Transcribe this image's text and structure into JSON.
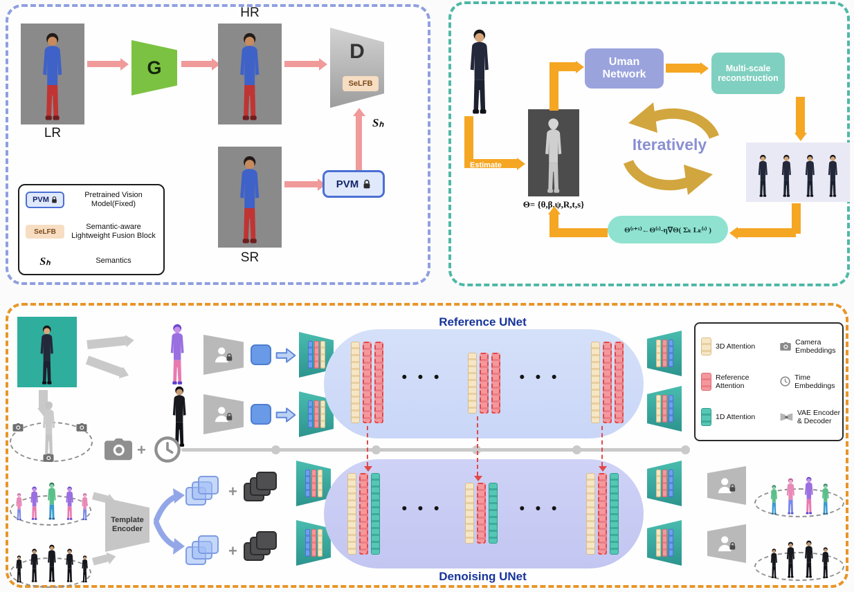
{
  "colors": {
    "panel-blue": "#8f9fe0",
    "panel-teal": "#4fb8a6",
    "panel-orange": "#e8952a",
    "arrow-pink": "#f09a9a",
    "arrow-orange": "#f5a623",
    "arrow-gray": "#c9c9c9",
    "gold": "#d2a63e",
    "unet-title-blue": "#16339b",
    "ref-blob": "#c9d6f7",
    "den-blob": "#c2c6f1",
    "teal-enc": "#35a8a8",
    "green-g": "#7cc242"
  },
  "sr_panel": {
    "lr_label": "LR",
    "hr_label": "HR",
    "sr_label": "SR",
    "generator_label": "G",
    "discriminator_label": "D",
    "selfb_label": "SeLFB",
    "semantics_symbol": "Sₕ",
    "pvm_label": "PVM",
    "legend": {
      "pvm_term": "PVM",
      "pvm_desc": "Pretrained Vision Model(Fixed)",
      "selfb_term": "SeLFB",
      "selfb_desc": "Semantic-aware Lightweight Fusion Block",
      "semantics_term": "Sₕ",
      "semantics_desc": "Semantics"
    }
  },
  "iterative_panel": {
    "estimate_label": "Estimate",
    "network_label": "Uman Network",
    "reconstruction_label": "Multi-scale reconstruction",
    "iteratively_label": "Iteratively",
    "theta_label": "Θ= {θ,β,ψ,R,t,s}",
    "update_rule": "Θ⁽ᵗ⁺¹⁾←Θ⁽ᵗ⁾-η∇Θ( Σₖ Lₖ⁽ᵗ⁾ )"
  },
  "diffusion_panel": {
    "reference_unet_label": "Reference UNet",
    "denoising_unet_label": "Denoising UNet",
    "template_encoder_label": "Template Encoder",
    "plus": "+",
    "ellipsis": "• • •",
    "legend": {
      "attn_3d": "3D Attention",
      "camera": "Camera Embeddings",
      "attn_ref": "Reference Attention",
      "time": "Time Embeddings",
      "attn_1d": "1D Attention",
      "vae": "VAE Encoder & Decoder"
    }
  }
}
